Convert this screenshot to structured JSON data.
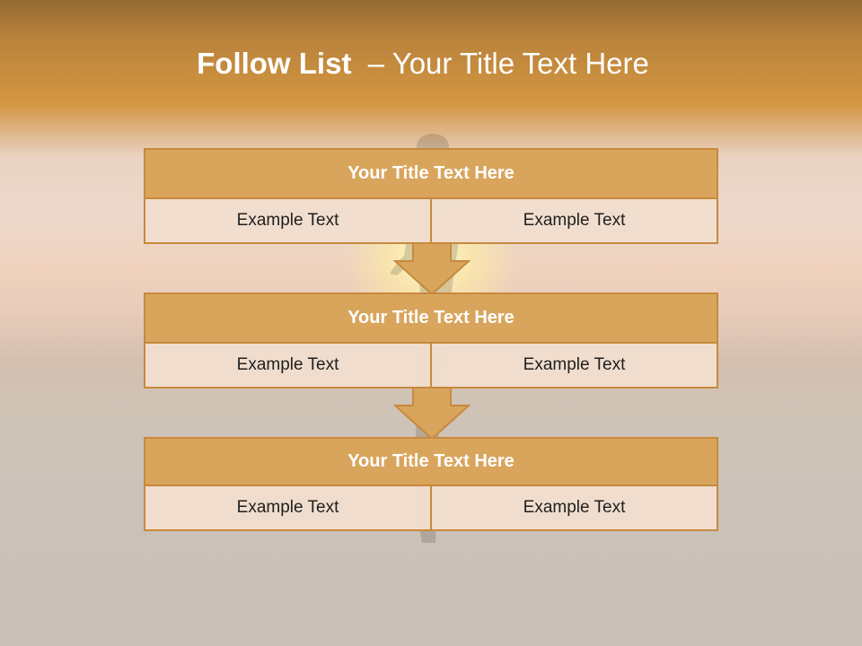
{
  "slide": {
    "title_bold": "Follow List",
    "title_rest": "  – Your Title Text Here",
    "blocks": [
      {
        "title": "Your Title Text Here",
        "left": "Example Text",
        "right": "Example Text"
      },
      {
        "title": "Your Title Text Here",
        "left": "Example Text",
        "right": "Example Text"
      },
      {
        "title": "Your Title Text Here",
        "left": "Example Text",
        "right": "Example Text"
      }
    ]
  },
  "colors": {
    "header_fill": "#d9a55d",
    "border": "#c7893e",
    "cell_fill": "#f1dece",
    "title_text": "#ffffff"
  },
  "icons": [
    "down-arrow-icon",
    "down-arrow-icon"
  ]
}
